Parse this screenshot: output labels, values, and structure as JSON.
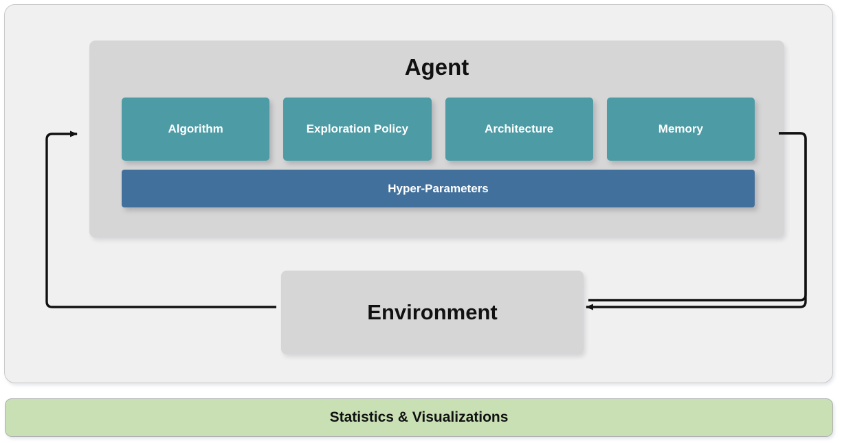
{
  "diagram": {
    "agent": {
      "title": "Agent",
      "components": [
        {
          "label": "Algorithm",
          "icon": "algorithm-block"
        },
        {
          "label": "Exploration Policy",
          "icon": "exploration-policy-block"
        },
        {
          "label": "Architecture",
          "icon": "architecture-block"
        },
        {
          "label": "Memory",
          "icon": "memory-block"
        }
      ],
      "hyper_parameters": {
        "label": "Hyper-Parameters"
      }
    },
    "environment": {
      "title": "Environment"
    },
    "statistics": {
      "label": "Statistics & Visualizations"
    },
    "connections": [
      {
        "name": "environment-to-agent",
        "from": "Environment",
        "to": "Agent",
        "direction": "left-loop",
        "arrowhead": "at-agent-left"
      },
      {
        "name": "agent-to-environment",
        "from": "Agent",
        "to": "Environment",
        "direction": "right-loop",
        "arrowhead": "at-environment-right"
      }
    ]
  },
  "colors": {
    "component_teal": "#4c9ba5",
    "hyper_parameters_blue": "#42709c",
    "agent_panel_gray": "#d6d6d6",
    "outer_panel_gray": "#f0f0f0",
    "environment_gray": "#d6d6d6",
    "statistics_green": "#c8e0b4",
    "arrow_black": "#111111",
    "text_white": "#ffffff",
    "text_black": "#111111"
  }
}
